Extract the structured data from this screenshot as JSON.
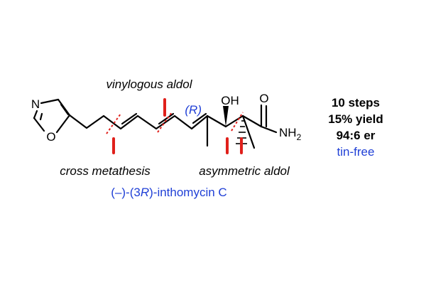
{
  "structure": {
    "atoms": {
      "ring_n": "N",
      "ring_o": "O",
      "hydroxyl": "OH",
      "carbonyl_o": "O",
      "amine": "NH",
      "amine_subscript": "2",
      "stereo_label": "(R)"
    }
  },
  "annotations": {
    "top": "vinylogous aldol",
    "bottom_left": "cross metathesis",
    "bottom_right": "asymmetric aldol",
    "compound_name_prefix": "(–)-(3",
    "compound_name_italic": "R",
    "compound_name_suffix": ")-inthomycin C"
  },
  "stats": {
    "steps": "10 steps",
    "yield": "15% yield",
    "er": "94:6 er",
    "note": "tin-free"
  },
  "colors": {
    "disconnection": "#e0201b",
    "accent_text": "#1f3fd6",
    "bond": "#000000"
  }
}
